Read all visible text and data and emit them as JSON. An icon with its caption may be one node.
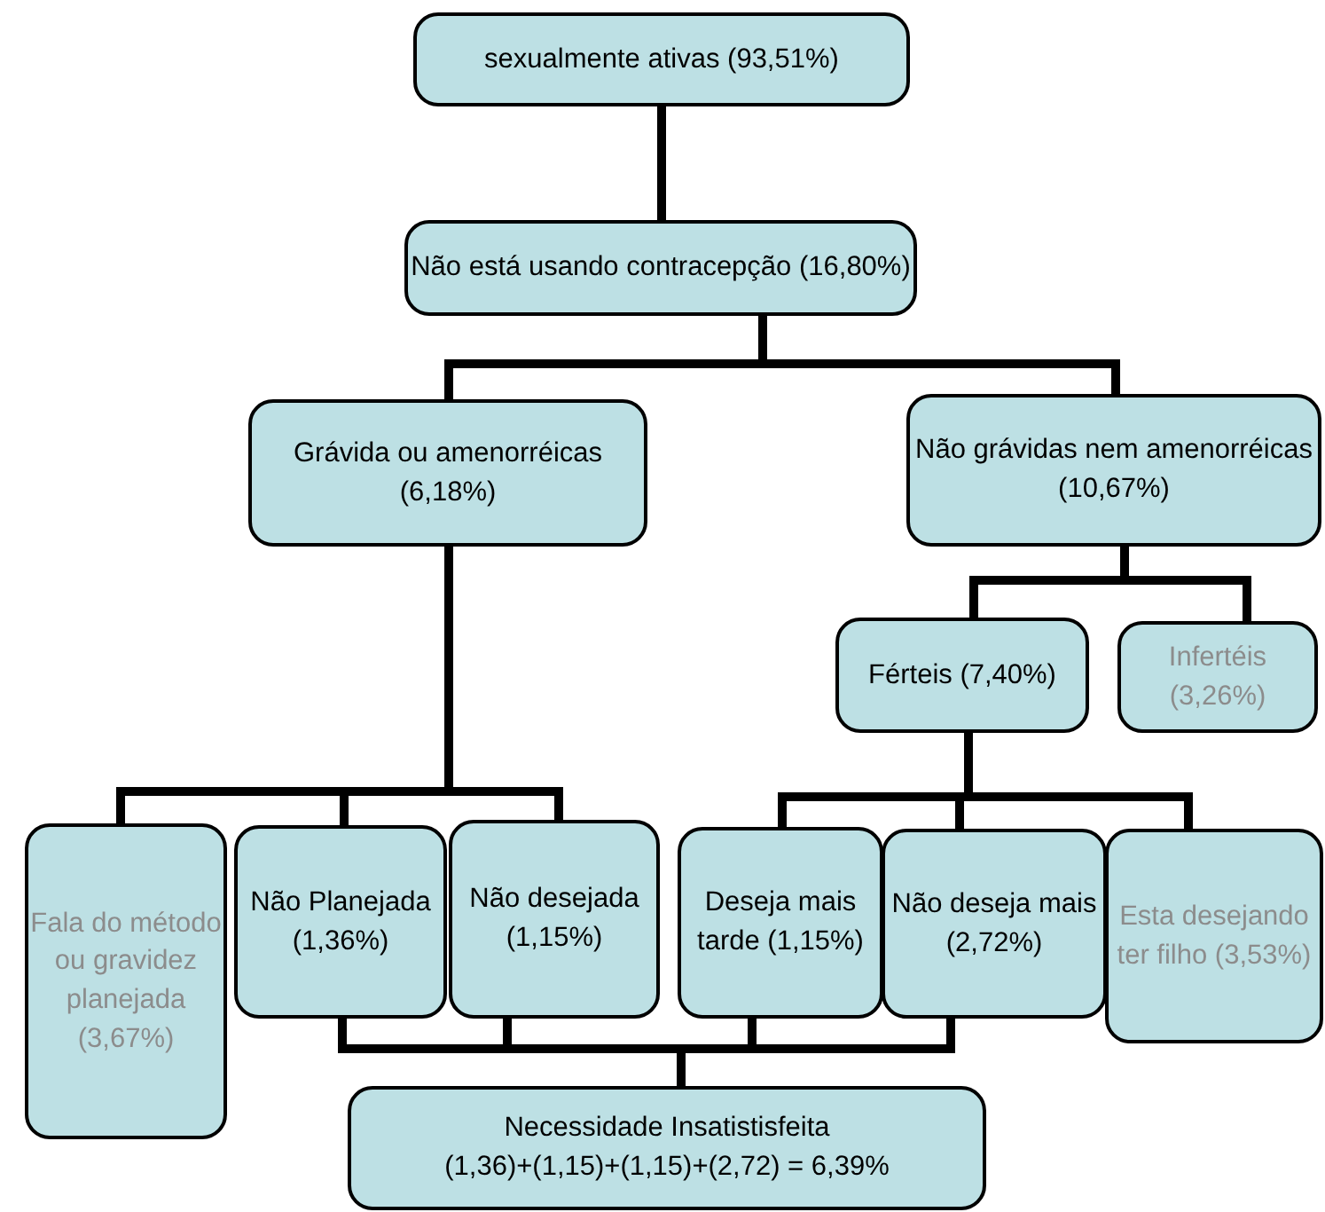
{
  "diagram": {
    "nodes": [
      {
        "text": [
          "sexualmente ativas (93,51%)"
        ]
      },
      {
        "text": [
          "Não está usando contracepção (16,80%)"
        ]
      },
      {
        "text": [
          "Grávida ou amenorréicas (6,18%)"
        ]
      },
      {
        "text": [
          "Não grávidas nem amenorréicas (10,67%)"
        ]
      },
      {
        "text": [
          "Férteis (7,40%)"
        ]
      },
      {
        "text": [
          "Infertéis (3,26%)"
        ]
      },
      {
        "text": [
          "Fala do método ou gravidez planejada (3,67%)"
        ]
      },
      {
        "text": [
          "Não Planejada (1,36%)"
        ]
      },
      {
        "text": [
          "Não desejada (1,15%)"
        ]
      },
      {
        "text": [
          "Deseja mais tarde (1,15%)"
        ]
      },
      {
        "text": [
          "Não deseja mais (2,72%)"
        ]
      },
      {
        "text": [
          "Esta desejando ter filho (3,53%)"
        ]
      },
      {
        "text": [
          "Necessidade Insatistisfeita",
          "(1,36)+(1,15)+(1,15)+(2,72) = 6,39%"
        ]
      }
    ],
    "edges": [
      {
        "from": 0,
        "to": 1,
        "arrow": "none"
      },
      {
        "from": 1,
        "to": 2,
        "arrow": "none"
      },
      {
        "from": 1,
        "to": 3,
        "arrow": "none"
      },
      {
        "from": 3,
        "to": 4,
        "arrow": "none"
      },
      {
        "from": 3,
        "to": 5,
        "arrow": "none"
      },
      {
        "from": 2,
        "to": 6,
        "arrow": "none"
      },
      {
        "from": 2,
        "to": 7,
        "arrow": "none"
      },
      {
        "from": 2,
        "to": 8,
        "arrow": "none"
      },
      {
        "from": 4,
        "to": 9,
        "arrow": "none"
      },
      {
        "from": 4,
        "to": 10,
        "arrow": "none"
      },
      {
        "from": 4,
        "to": 11,
        "arrow": "none"
      },
      {
        "from": 7,
        "to": 12,
        "arrow": "none"
      },
      {
        "from": 8,
        "to": 12,
        "arrow": "none"
      },
      {
        "from": 9,
        "to": 12,
        "arrow": "none"
      },
      {
        "from": 10,
        "to": 12,
        "arrow": "none"
      }
    ]
  }
}
